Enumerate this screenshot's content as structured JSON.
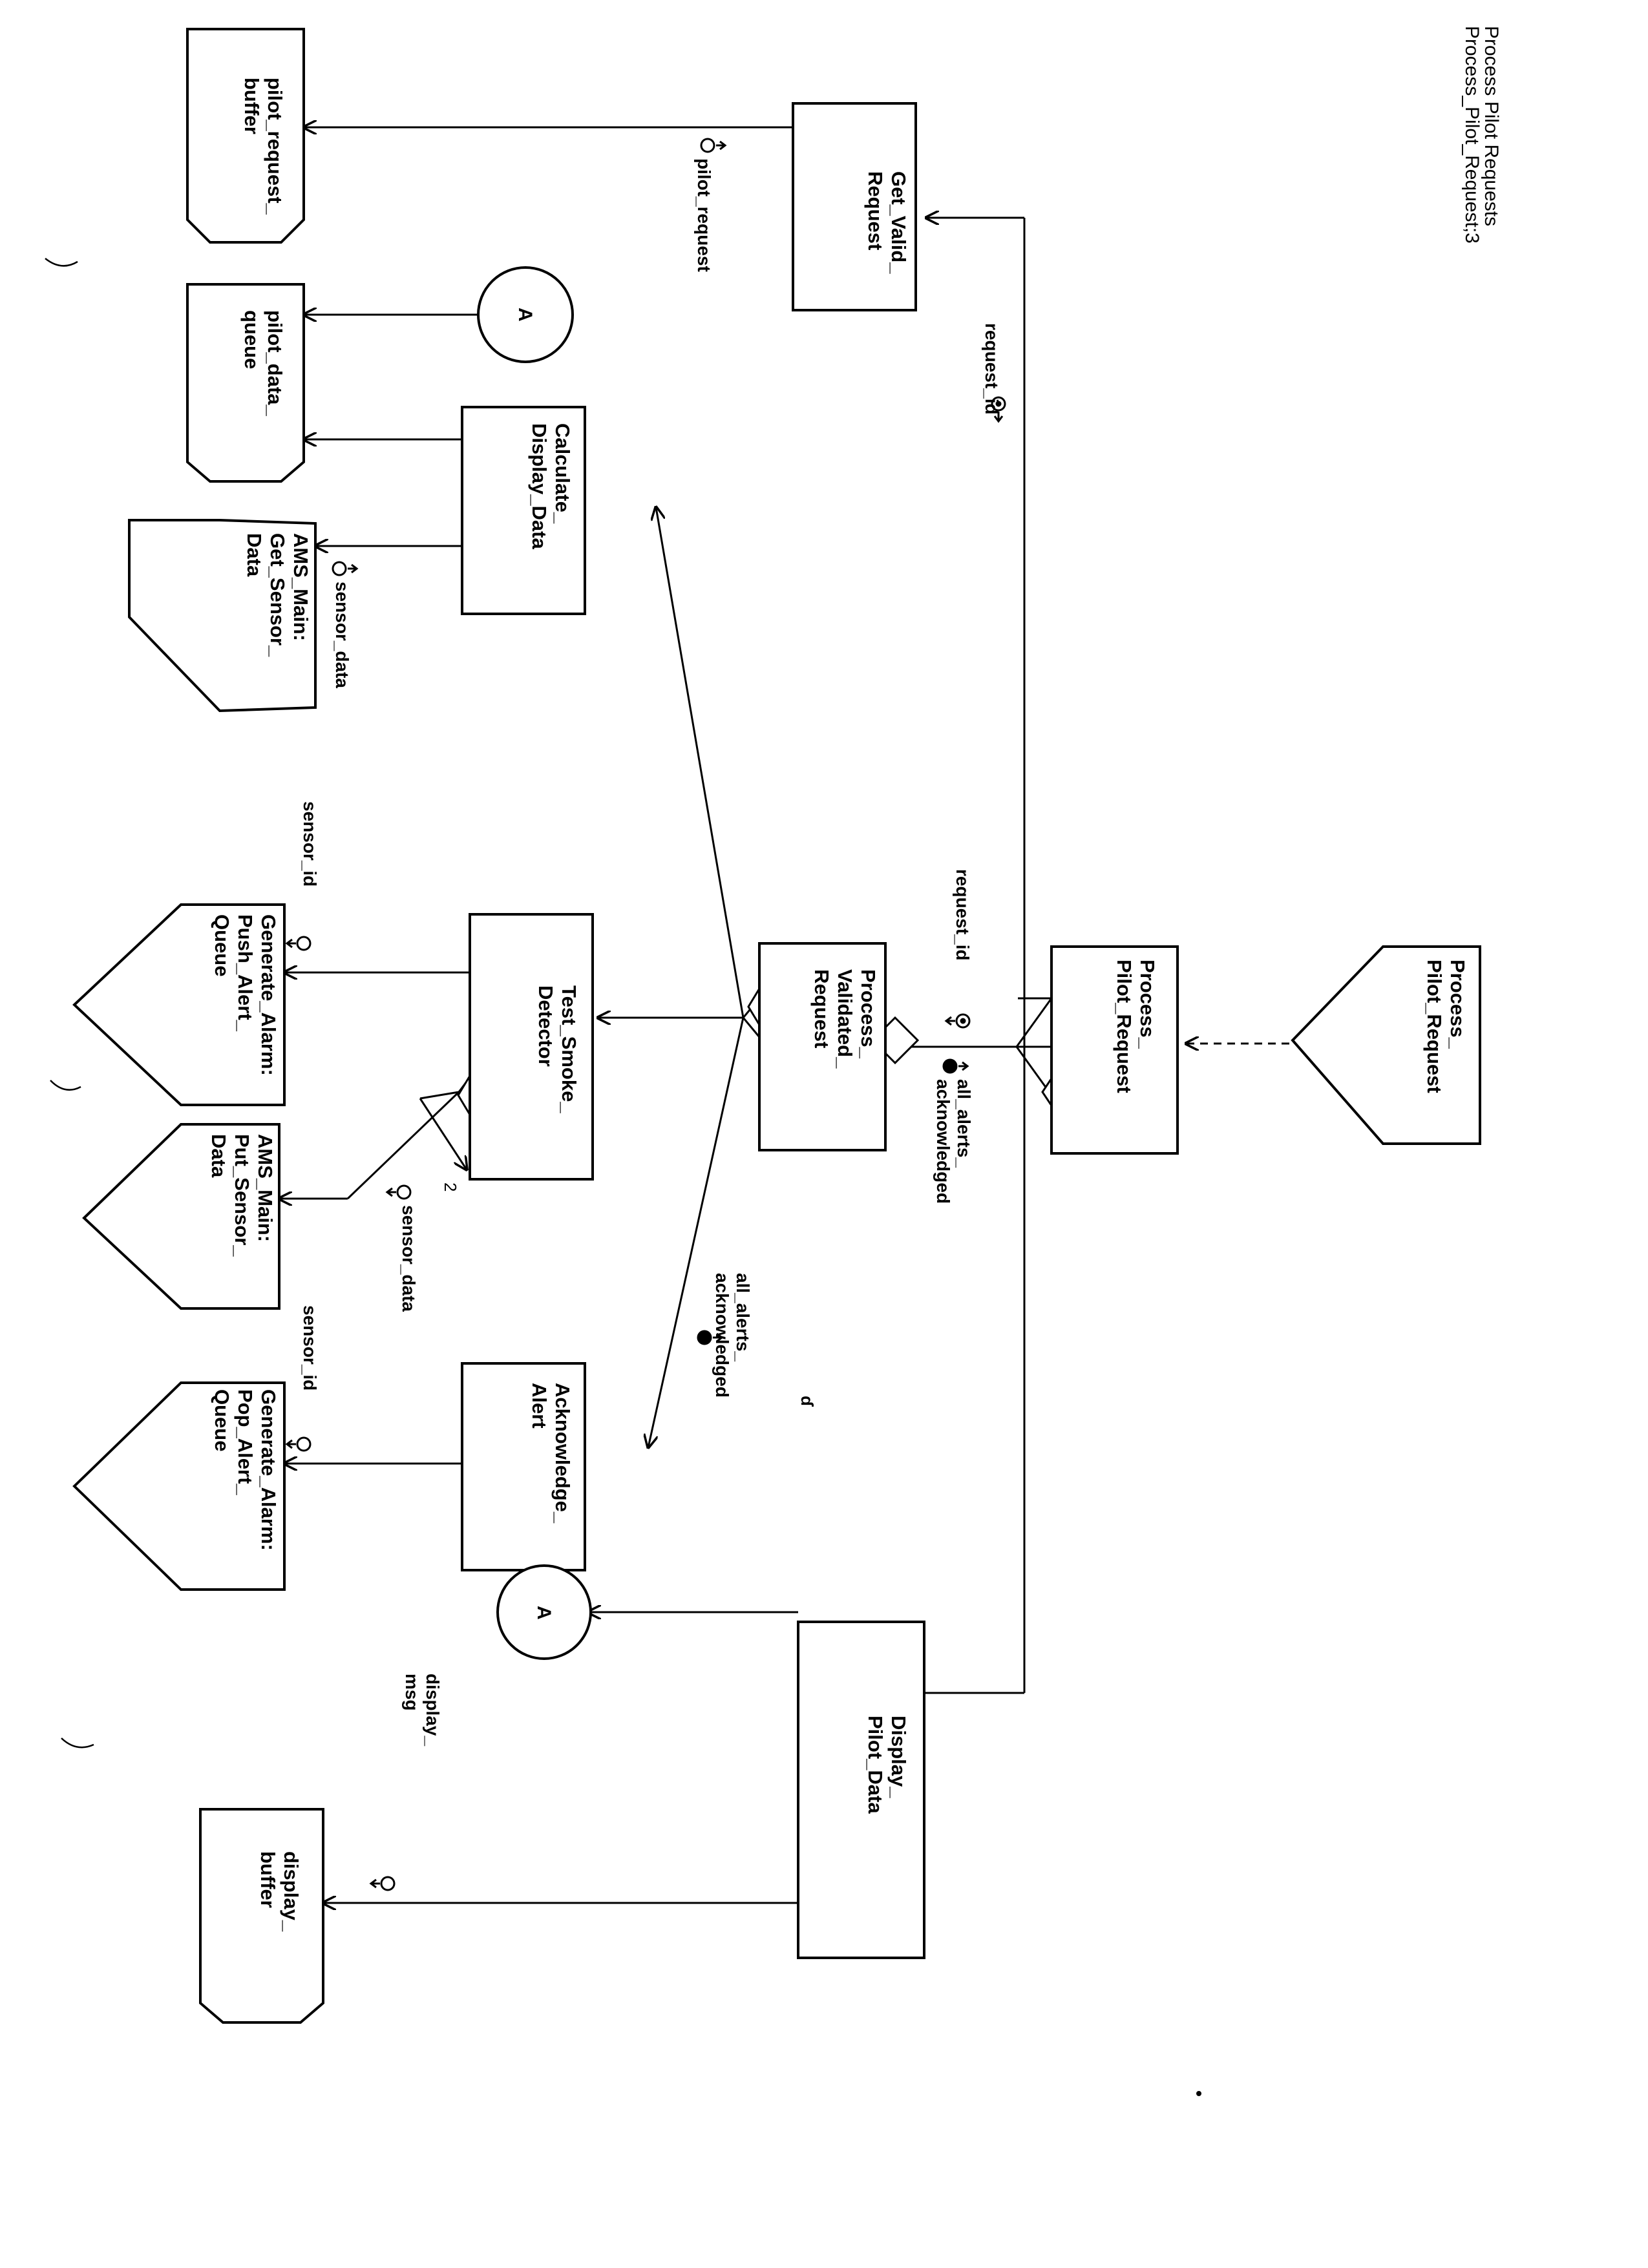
{
  "header": {
    "line1": "Process_Pilot_Request;3",
    "line2": "Process Pilot Requests"
  },
  "module_call_boxes": [
    {
      "id": "get_valid_request",
      "lines": [
        "Get_Valid_",
        "Request"
      ]
    },
    {
      "id": "calculate_display_data",
      "lines": [
        "Calculate_",
        "Display_Data"
      ]
    },
    {
      "id": "test_smoke_detector",
      "lines": [
        "Test_Smoke_",
        "Detector"
      ]
    },
    {
      "id": "process_validated_request",
      "lines": [
        "Process_",
        "Validated_",
        "Request"
      ]
    },
    {
      "id": "process_pilot_request",
      "lines": [
        "Process_",
        "Pilot_Request"
      ]
    },
    {
      "id": "acknowledge_alert",
      "lines": [
        "Acknowledge_",
        "Alert"
      ]
    },
    {
      "id": "display_pilot_data",
      "lines": [
        "Display_",
        "Pilot_Data"
      ]
    }
  ],
  "data_stores": [
    {
      "id": "pilot_request_buffer",
      "lines": [
        "pilot_request_",
        "buffer"
      ]
    },
    {
      "id": "pilot_data_queue",
      "lines": [
        "pilot_data_",
        "queue"
      ]
    },
    {
      "id": "display_buffer",
      "lines": [
        "display_",
        "buffer"
      ]
    }
  ],
  "external_modules": [
    {
      "id": "ams_main_get_sensor_data",
      "lines": [
        "AMS_Main:",
        "Get_Sensor_",
        "Data"
      ]
    },
    {
      "id": "generate_alarm_push_alert_queue",
      "lines": [
        "Generate_Alarm:",
        "Push_Alert_",
        "Queue"
      ]
    },
    {
      "id": "ams_main_put_sensor_data",
      "lines": [
        "AMS_Main:",
        "Put_Sensor_",
        "Data"
      ]
    },
    {
      "id": "generate_alarm_pop_alert_queue",
      "lines": [
        "Generate_Alarm:",
        "Pop_Alert_",
        "Queue"
      ]
    },
    {
      "id": "process_pilot_request_entry",
      "lines": [
        "Process_",
        "Pilot_Request"
      ]
    }
  ],
  "connectors": [
    {
      "id": "connector_a_top",
      "label": "A"
    },
    {
      "id": "connector_a_bottom",
      "label": "A"
    }
  ],
  "couples": [
    {
      "id": "pilot_request",
      "lines": [
        "pilot_request"
      ]
    },
    {
      "id": "request_id_top",
      "lines": [
        "request_id"
      ]
    },
    {
      "id": "sensor_data_get",
      "lines": [
        "sensor_data"
      ]
    },
    {
      "id": "sensor_id_push",
      "lines": [
        "sensor_id"
      ]
    },
    {
      "id": "request_id_mid",
      "lines": [
        "request_id"
      ]
    },
    {
      "id": "all_alerts_ack_right",
      "lines": [
        "all_alerts_",
        "acknowledged"
      ]
    },
    {
      "id": "sensor_data_put",
      "lines": [
        "sensor_data"
      ]
    },
    {
      "id": "all_alerts_ack_mid",
      "lines": [
        "all_alerts_",
        "acknowledged"
      ]
    },
    {
      "id": "sensor_id_pop",
      "lines": [
        "sensor_id"
      ]
    },
    {
      "id": "display_msg",
      "lines": [
        "display_",
        "msg"
      ]
    }
  ],
  "stray_marks": {
    "iteration_count": "2",
    "scribble": "ɗ"
  }
}
